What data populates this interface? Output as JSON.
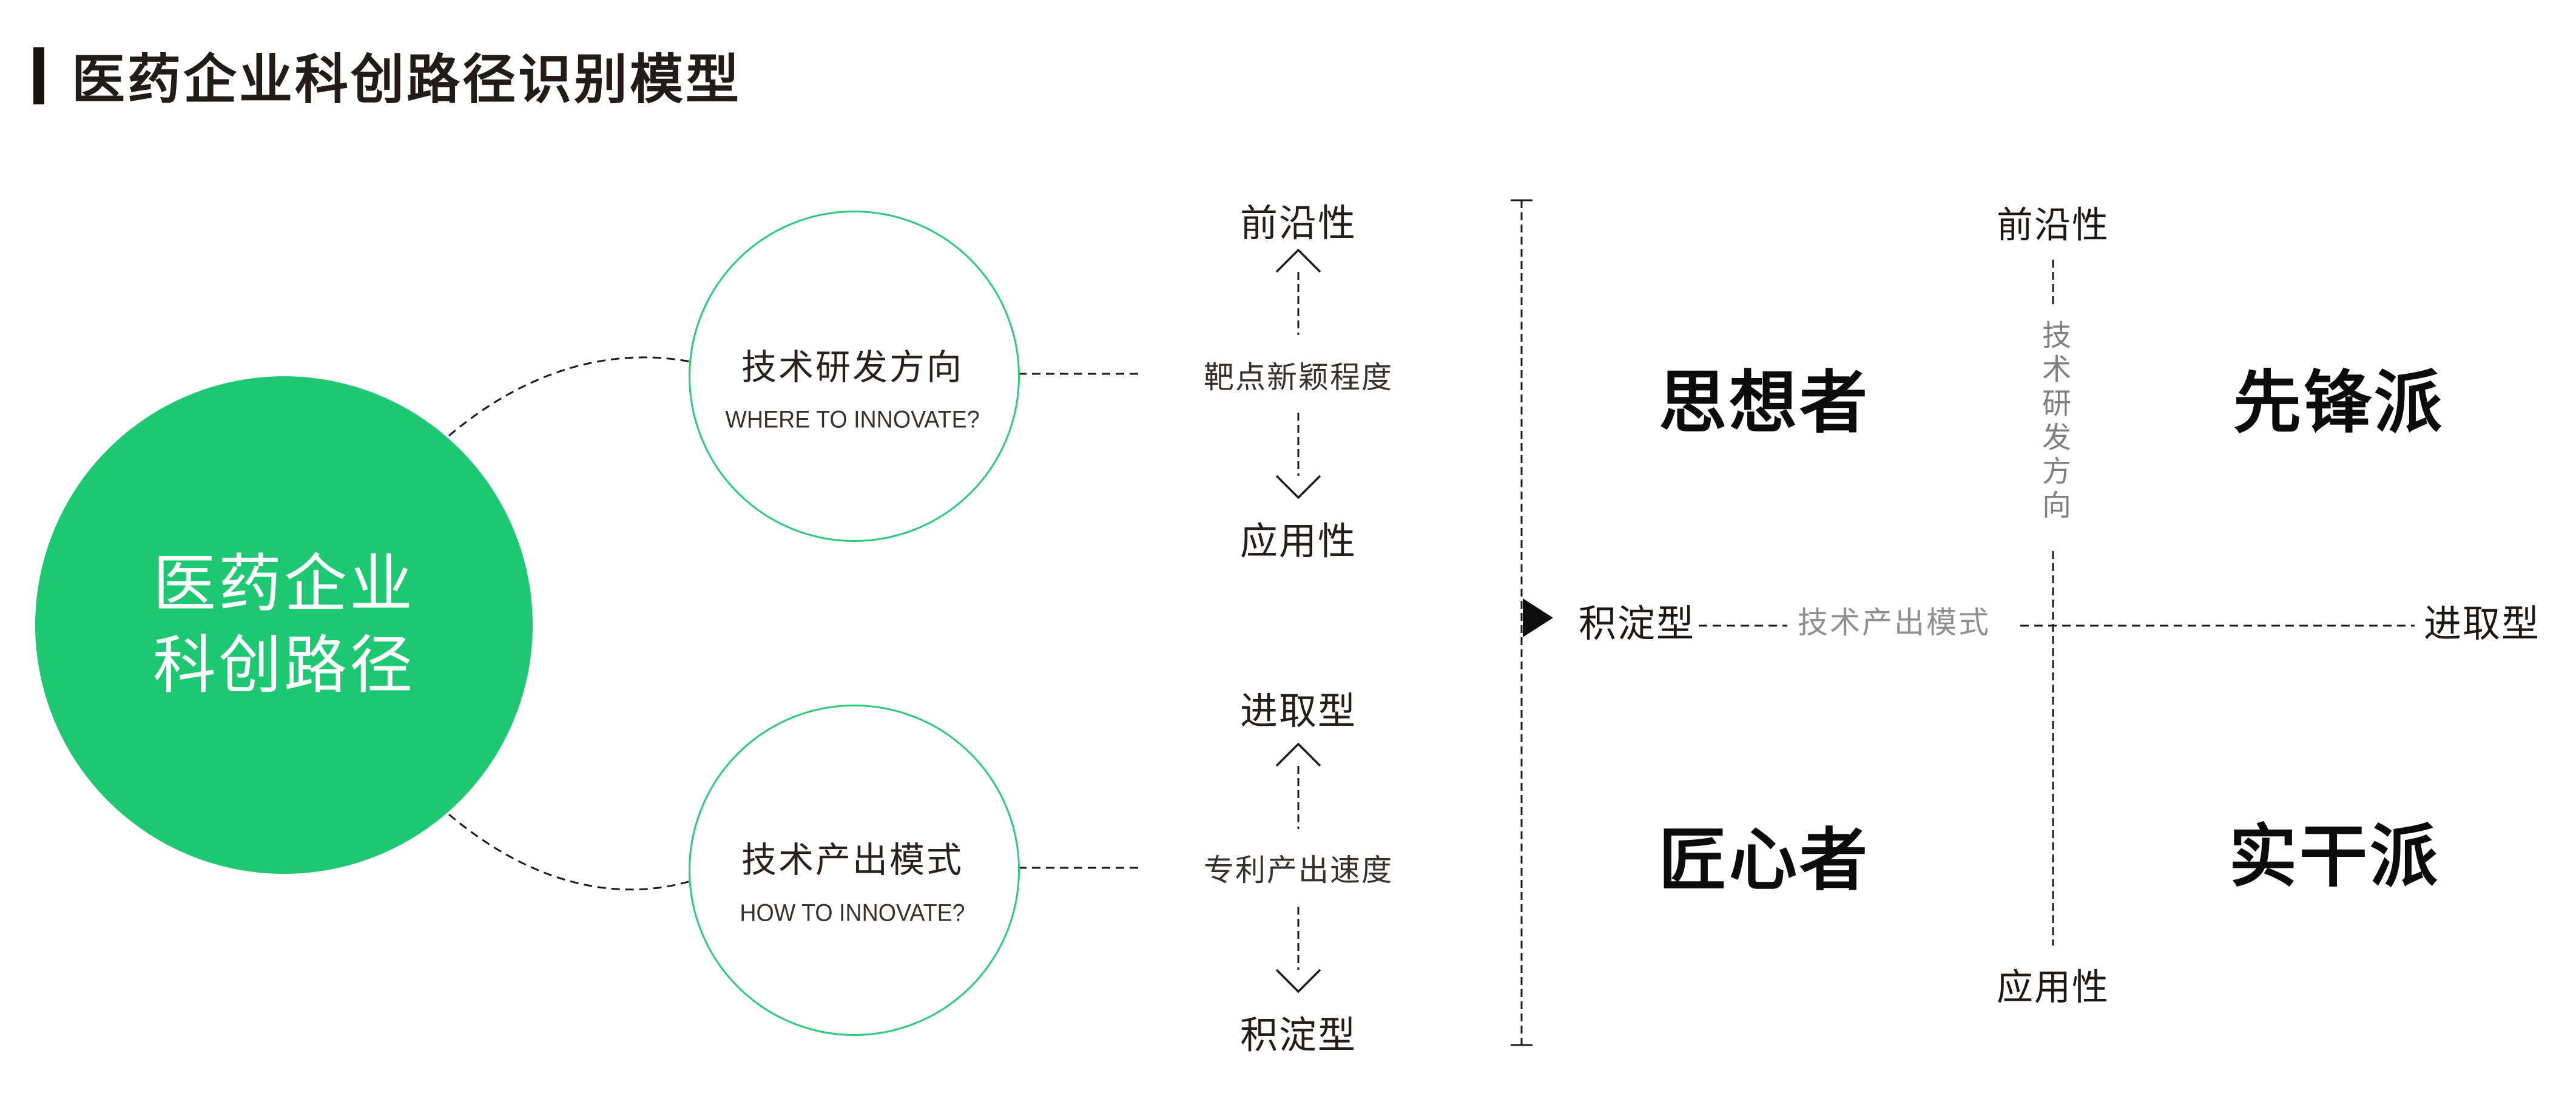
{
  "title": {
    "text": "医药企业科创路径识别模型"
  },
  "hub": {
    "line1": "医药企业",
    "line2": "科创路径"
  },
  "factors": [
    {
      "zh": "技术研发方向",
      "en": "WHERE TO INNOVATE?"
    },
    {
      "zh": "技术产出模式",
      "en": "HOW TO INNOVATE?"
    }
  ],
  "scales": [
    {
      "top": "前沿性",
      "label": "靶点新颖程度",
      "bottom": "应用性"
    },
    {
      "top": "进取型",
      "label": "专利产出速度",
      "bottom": "积淀型"
    }
  ],
  "matrix": {
    "x_axis": {
      "left": "积淀型",
      "label": "技术产出模式",
      "right": "进取型"
    },
    "y_axis": {
      "top": "前沿性",
      "label": "技术研发方向",
      "bottom": "应用性"
    },
    "quadrants": {
      "top_left": "思想者",
      "top_right": "先锋派",
      "bottom_left": "匠心者",
      "bottom_right": "实干派"
    }
  },
  "icons": {
    "axis_pointer": "triangle-right-icon",
    "scale_arrows": [
      "chevron-up-icon",
      "chevron-down-icon"
    ]
  },
  "colors": {
    "hub_fill": "#1EC873",
    "ring_stroke": "#2CCA7A",
    "ink": "#221b17",
    "gray_label": "#8F8F8F",
    "dash": "#1B1B1B",
    "background": "#FFFFFF"
  }
}
